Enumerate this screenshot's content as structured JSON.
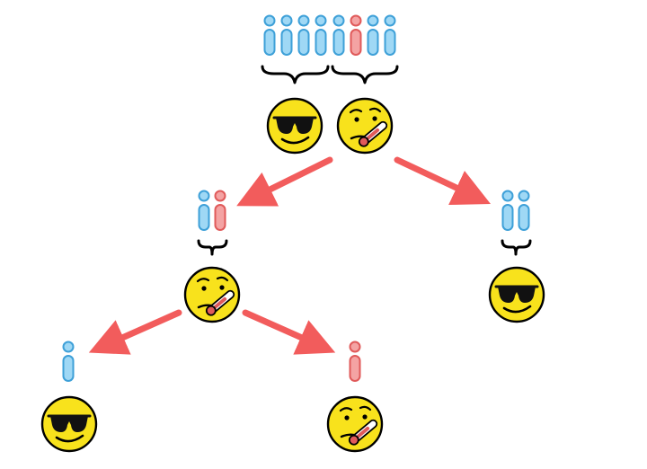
{
  "colors": {
    "healthy_fill": "#9fd8f5",
    "healthy_stroke": "#3ea0d8",
    "sick_fill": "#f4a3a3",
    "sick_stroke": "#e05a5a",
    "face_fill": "#f8e21c",
    "arrow": "#f25c5c"
  },
  "icons": {
    "healthy_face": "smiling-face-with-sunglasses-icon",
    "sick_face": "face-with-thermometer-icon",
    "healthy_person": "healthy-person-icon",
    "sick_person": "sick-person-icon"
  },
  "tree": {
    "root": {
      "population": [
        "healthy",
        "healthy",
        "healthy",
        "healthy",
        "healthy",
        "sick",
        "healthy",
        "healthy"
      ],
      "healthy_group_size": 4,
      "sick_group_size": 4
    },
    "left_child": {
      "population": [
        "healthy",
        "sick"
      ],
      "outcome": "sick"
    },
    "right_child": {
      "population": [
        "healthy",
        "healthy"
      ],
      "outcome": "healthy"
    },
    "left_left_leaf": {
      "population": [
        "healthy"
      ],
      "outcome": "healthy"
    },
    "left_right_leaf": {
      "population": [
        "sick"
      ],
      "outcome": "sick"
    }
  }
}
